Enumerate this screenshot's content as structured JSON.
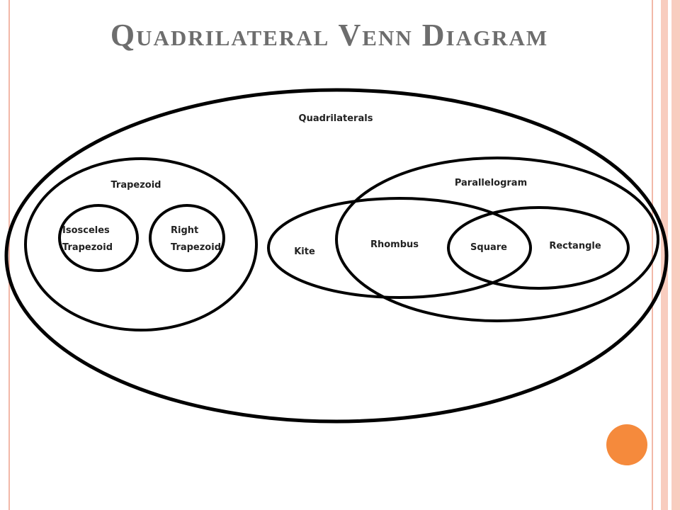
{
  "title": "Quadrilateral Venn Diagram",
  "colors": {
    "decor_band": "#f8cdbf",
    "decor_rule": "#f2b8a8",
    "accent_dot": "#f58a3c",
    "title_text": "#6d6d6d",
    "outline": "#000000"
  },
  "sets": {
    "quadrilaterals": "Quadrilaterals",
    "trapezoid": "Trapezoid",
    "isosceles_trapezoid": [
      "Isosceles",
      "Trapezoid"
    ],
    "right_trapezoid": [
      "Right",
      "Trapezoid"
    ],
    "parallelogram": "Parallelogram",
    "kite": "Kite",
    "rhombus": "Rhombus",
    "square": "Square",
    "rectangle": "Rectangle"
  }
}
